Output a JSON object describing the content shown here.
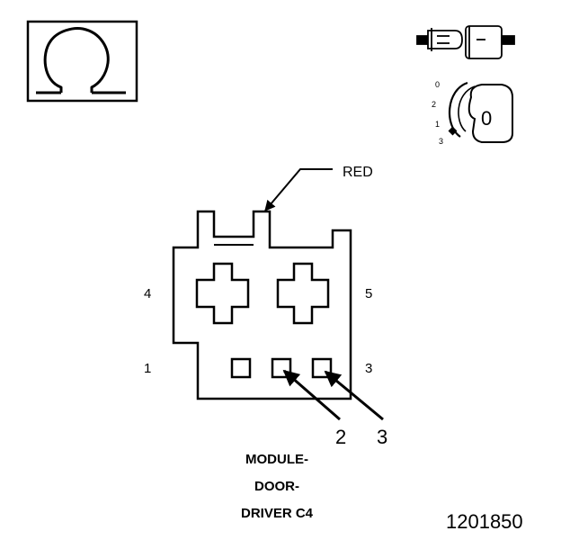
{
  "symbol_box": {
    "icon": "ohm-symbol"
  },
  "icons": {
    "connector": "connector-inline-icon",
    "ignition": "ignition-key-icon"
  },
  "ignition_positions": [
    "3",
    "2",
    "1",
    "0"
  ],
  "key_label": "0",
  "wire_color": "RED",
  "pin_labels": {
    "p4": "4",
    "p5": "5",
    "p1": "1",
    "p3": "3"
  },
  "callouts": {
    "c2": "2",
    "c3": "3"
  },
  "caption": {
    "line1": "MODULE-",
    "line2": "DOOR-",
    "line3": "DRIVER C4"
  },
  "figure_number": "1201850",
  "colors": {
    "ink": "#000000",
    "paper": "#ffffff"
  }
}
